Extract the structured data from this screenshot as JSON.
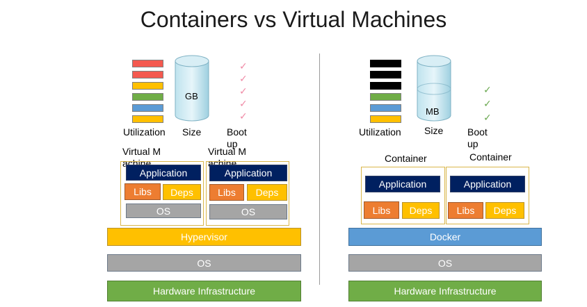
{
  "title": "Containers vs Virtual Machines",
  "colors": {
    "red": "#f4594f",
    "orange": "#ed7d31",
    "yellow": "#ffc000",
    "green": "#70ad47",
    "blue": "#5b9bd5",
    "navy": "#002060",
    "gray": "#a5a5a5",
    "black": "#000000",
    "pink_check": "#f08aa6",
    "green_check": "#6aa84f"
  },
  "vm": {
    "utilization_label": "Utilization",
    "size_label": "Size",
    "size_value": "GB",
    "boot_label": "Boot up",
    "check_icon": "✓",
    "machines": [
      {
        "label": "Virtual Machine",
        "app": "Application",
        "libs": "Libs",
        "deps": "Deps",
        "os": "OS"
      },
      {
        "label": "Virtual Machine",
        "app": "Application",
        "libs": "Libs",
        "deps": "Deps",
        "os": "OS"
      }
    ],
    "hypervisor": "Hypervisor",
    "host_os": "OS",
    "hardware": "Hardware Infrastructure"
  },
  "containers": {
    "utilization_label": "Utilization",
    "size_label": "Size",
    "size_value": "MB",
    "boot_label": "Boot up",
    "check_icon": "✓",
    "items": [
      {
        "label": "Container",
        "app": "Application",
        "libs": "Libs",
        "deps": "Deps"
      },
      {
        "label": "Container",
        "app": "Application",
        "libs": "Libs",
        "deps": "Deps"
      }
    ],
    "docker": "Docker",
    "host_os": "OS",
    "hardware": "Hardware Infrastructure"
  }
}
